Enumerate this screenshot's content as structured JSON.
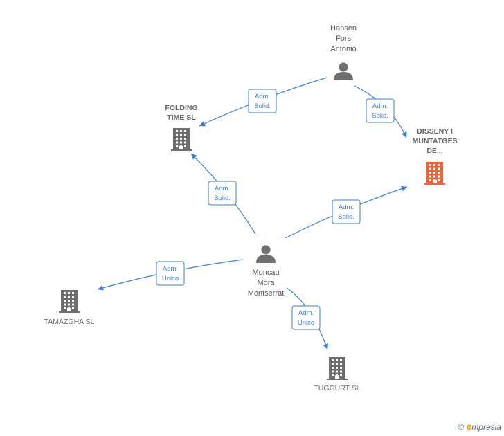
{
  "colors": {
    "edge": "#3a7fd5",
    "node_default": "#6e6e6e",
    "node_highlight": "#f4623a"
  },
  "nodes": [
    {
      "id": "hansen",
      "kind": "person",
      "icon": "person-icon",
      "lines": [
        "Hansen",
        "Fors",
        "Antonio"
      ]
    },
    {
      "id": "folding",
      "kind": "company",
      "icon": "building-icon",
      "lines": [
        "FOLDING",
        "TIME  SL"
      ]
    },
    {
      "id": "disseny",
      "kind": "company",
      "icon": "building-icon",
      "highlight": true,
      "lines": [
        "DISSENY I",
        "MUNTATGES",
        "DE..."
      ]
    },
    {
      "id": "moncau",
      "kind": "person",
      "icon": "person-icon",
      "lines": [
        "Moncau",
        "Mora",
        "Montserrat"
      ]
    },
    {
      "id": "tamazgha",
      "kind": "company",
      "icon": "building-icon",
      "lines": [
        "TAMAZGHA  SL"
      ]
    },
    {
      "id": "tuggurt",
      "kind": "company",
      "icon": "building-icon",
      "lines": [
        "TUGGURT  SL"
      ]
    }
  ],
  "edges": [
    {
      "from": "hansen",
      "to": "folding",
      "label": [
        "Adm.",
        "Solid."
      ]
    },
    {
      "from": "hansen",
      "to": "disseny",
      "label": [
        "Adm.",
        "Solid."
      ]
    },
    {
      "from": "moncau",
      "to": "folding",
      "label": [
        "Adm.",
        "Solid."
      ]
    },
    {
      "from": "moncau",
      "to": "disseny",
      "label": [
        "Adm.",
        "Solid."
      ]
    },
    {
      "from": "moncau",
      "to": "tamazgha",
      "label": [
        "Adm.",
        "Unico"
      ]
    },
    {
      "from": "moncau",
      "to": "tuggurt",
      "label": [
        "Adm.",
        "Unico"
      ]
    }
  ],
  "watermark": {
    "copyright": "©",
    "brand_initial": "e",
    "brand_rest": "mpresia"
  }
}
